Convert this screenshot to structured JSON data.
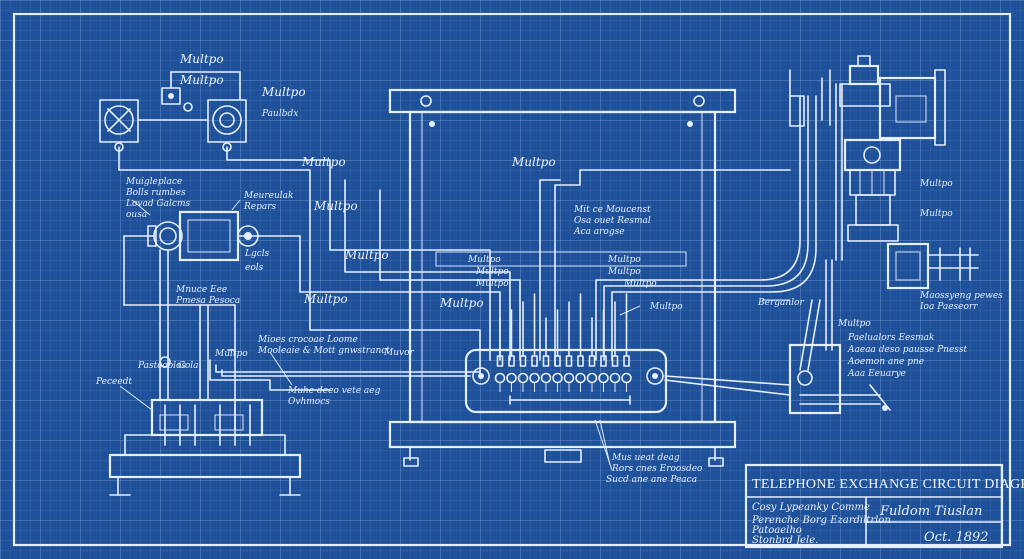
{
  "title_block": {
    "title": "TELEPHONE EXCHANGE CIRCUIT DIAGRAM.",
    "company": "Cosy Lypeanky Comme",
    "company_lines": [
      "Perenche Borg Ezardiltrlon",
      "Patoaelho",
      "Stonbrd Jele."
    ],
    "signature": "Fuldom Tiuslan",
    "date": "Oct. 1892"
  },
  "labels": {
    "l1": "Multpo",
    "l2": "Multpo",
    "l3": "Multpo",
    "l4": "Multpo",
    "l5": "Multpo",
    "l6": "Multpo",
    "l7": "Multpo",
    "l8": "Multpo",
    "l9": "Multpo",
    "l10": "Multpo",
    "l11": "Multpo",
    "l12": "Multpo",
    "l13": "Multpo",
    "l14": "Multpo",
    "l15": "Multpo",
    "l16": "Multpo",
    "l17": "Multpo",
    "l18": "Multpo",
    "l19": "Multpo",
    "l20": "Multpo",
    "bells": "Paulbdx",
    "note_left_1": "Muigleplace",
    "note_left_2": "Bolls rumbes",
    "note_left_3": "Lovad Galcms",
    "note_left_4": "ousa",
    "note_coil": "Meureulak",
    "note_coil2": "Repars",
    "note_side1": "Lgcls",
    "note_side2": "eols",
    "note_mid_1": "Mnuce Eee",
    "note_mid_2": "Pmesa Pesoca",
    "note_wire_1": "Mioes crocoae Loome",
    "note_wire_2": "Mooleaie & Mott gnwstranct",
    "note_wire_3": "Muvor",
    "note_low_1": "Muhe deeo vete aeg",
    "note_low_2": "Ovhmocs",
    "note_board_1": "Mit ce Moucenst",
    "note_board_2": "Osa ouet Resmal",
    "note_board_3": "Aca arogse",
    "note_bottom_1": "Mus ueat deag",
    "note_bottom_2": "Rors cnes Eroosdeo",
    "note_bottom_3": "Sucd ane ane Peaca",
    "note_right_1": "Berganlor",
    "note_right_2": "Maossyeng pewes",
    "note_right_3": "Ioa Paeseorr",
    "note_right_4": "Paelualors Eesmak",
    "note_right_5": "Aaeaa deso pausse Pnesst",
    "note_right_6": "Aoemon ane pne",
    "note_right_7": "Aaa Eeuarye",
    "pole_label": "Pastcoolos",
    "pole_label2": "Cola",
    "lbl_left_top": "Peceedt"
  }
}
